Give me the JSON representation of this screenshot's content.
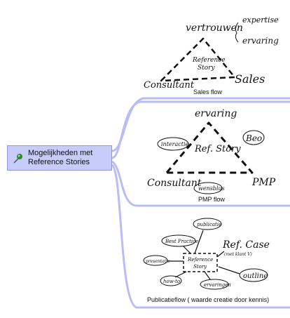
{
  "root": {
    "label_line1": "Mogelijkheden met",
    "label_line2": "Reference Stories",
    "icon": "pin-icon",
    "connector_color": "#b9bdf5"
  },
  "branches": [
    {
      "caption": "Sales flow",
      "sketch": {
        "center": [
          "Reference",
          "Story"
        ],
        "top": "vertrouwen",
        "bracket": [
          "expertise",
          "ervaring"
        ],
        "left": "Consultant",
        "right": "Sales"
      }
    },
    {
      "caption": "PMP flow",
      "sketch": {
        "top": "ervaring",
        "center": "Ref. Story",
        "left_bubble": "interactie",
        "right_bubble": "Beo",
        "bottom_bubble": "wensblus",
        "left": "Consultant",
        "right": "PMP"
      }
    },
    {
      "caption": "Publicatieflow ( waarde creatie door kennis)",
      "sketch": {
        "center": [
          "Reference",
          "Story"
        ],
        "bubbles": [
          "publicatie",
          "Best Practice",
          "presentatie",
          "how-to",
          "ervaringen",
          "outline"
        ],
        "refcase": [
          "Ref. Case",
          "(met klant V)"
        ]
      }
    }
  ]
}
